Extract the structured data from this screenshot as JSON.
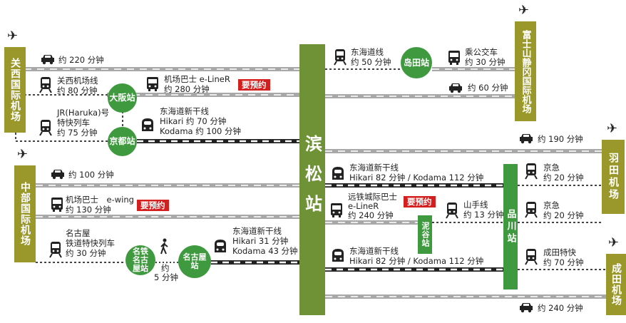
{
  "hubs": {
    "hamamatsu": "滨松站",
    "kansai": "关西国际机场",
    "chubu": "中部国际机场",
    "fuji": "富士山静冈国际机场",
    "haneda": "羽田机场",
    "narita": "成田机场",
    "shinagawa": "品川站"
  },
  "circles": {
    "osaka": "大阪站",
    "kyoto": "京都站",
    "shimada": "岛田站",
    "meitetsu": "名铁名古屋站",
    "nagoya": "名古屋站",
    "sengakuji": "泥谷站"
  },
  "texts": {
    "kansai_car": "约 220 分钟",
    "kansai_line": "关西机场线",
    "kansai_line_time": "约 80 分钟",
    "eliner_west": "机场巴士 e-LineR",
    "eliner_west_time": "约 280 分钟",
    "haruka": "JR(Haruka)号",
    "haruka_type": "特快列车",
    "haruka_time": "约 75 分钟",
    "shinkansen_kyoto": "东海道新干线",
    "shinkansen_kyoto_hikari": "Hikari 约 70 分钟",
    "shinkansen_kyoto_kodama": "Kodama 约 100 分钟",
    "chubu_car": "约 100 分钟",
    "ewing": "机场巴士　e-wing",
    "ewing_time": "约 130 分钟",
    "meitetsu_line": "名古屋",
    "meitetsu_line2": "铁道特快列车",
    "meitetsu_time": "约 30 分钟",
    "walk": "约",
    "walk_time": "5 分钟",
    "shinkansen_nagoya": "东海道新干线",
    "shinkansen_nagoya_hikari": "Hikari 31 分钟",
    "shinkansen_nagoya_kodama": "Kodama 43 分钟",
    "tokaido_line": "东海道线",
    "tokaido_line_time": "约 50 分钟",
    "shared_bus": "乘公交车",
    "shared_bus_time": "约 30 分钟",
    "fuji_car": "约 60 分钟",
    "haneda_car": "约 190 分钟",
    "shinkansen_tokyo1": "东海道新干线",
    "shinkansen_tokyo1_time": "Hikari 82 分钟 / Kodama 112 分钟",
    "keikyu1": "京急",
    "keikyu1_time": "约 20 分钟",
    "entetsu_bus": "远铁城际巴士",
    "entetsu_bus2": "e-LineR",
    "entetsu_bus_time": "约 240 分钟",
    "yamanote": "山手线",
    "yamanote_time": "约 13 分钟",
    "keikyu2": "京急",
    "keikyu2_time": "约 20 分钟",
    "shinkansen_tokyo2": "东海道新干线",
    "shinkansen_tokyo2_time": "Hikari 82 分钟 / Kodama 112 分钟",
    "narita_exp": "成田特快",
    "narita_exp_time": "约 70 分钟",
    "narita_car": "约 240 分钟"
  },
  "badges": {
    "reserve1": "要预约",
    "reserve2": "要预约",
    "reserve3": "要预约"
  },
  "icons": {
    "car": "car-icon",
    "bus": "bus-icon",
    "train": "train-icon",
    "shinkansen": "shinkansen-icon",
    "plane": "airplane-icon",
    "walk": "walking-person-icon"
  },
  "colors": {
    "airport": "#9a982a",
    "hub": "#6f9236",
    "station": "#3f9a3f",
    "reserve": "#d41f1f",
    "road": "#a8a8a8"
  }
}
